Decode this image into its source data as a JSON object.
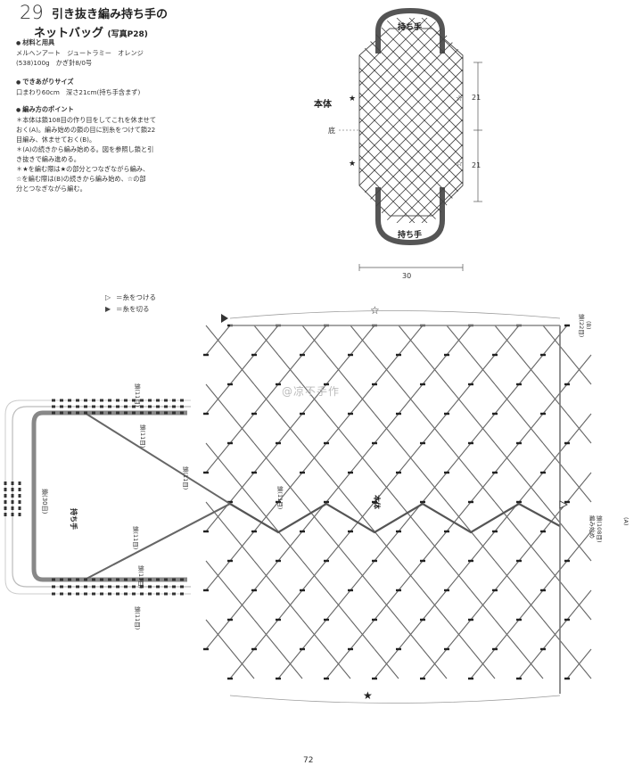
{
  "header": {
    "number": "29",
    "title_line1": "引き抜き編み持ち手の",
    "title_line2": "ネットバッグ",
    "photo_ref": "(写真P28)"
  },
  "info": {
    "materials_heading": "材料と用具",
    "materials_line1": "メルヘンアート　ジュートラミー　オレンジ",
    "materials_line2": "(538)100g　かぎ針8/0号",
    "size_heading": "できあがりサイズ",
    "size_line1": "口まわり60cm　深さ21cm(持ち手含まず)",
    "points_heading": "編み方のポイント",
    "points_lines": [
      "＊本体は鎖108目の作り目をしてこれを休ませて",
      "おく(A)。編み始めの鎖の目に別糸をつけて鎖22",
      "目編み、休ませておく(B)。",
      "＊(A)の続きから編み始める。図を参照し鎖と引",
      "き抜きで編み進める。",
      "＊★を編む際は★の部分とつなぎながら編み、",
      "☆を編む際は(B)の続きから編み始め、☆の部",
      "分とつなぎながら編む。"
    ]
  },
  "schematic": {
    "handle_top": "持ち手",
    "handle_bottom": "持ち手",
    "body_label": "本体",
    "bottom_label": "底",
    "dim_upper": "21",
    "dim_lower": "21",
    "dim_width": "30"
  },
  "legend": {
    "attach": "＝糸をつける",
    "cut": "＝糸を切る"
  },
  "main_chart": {
    "handle_label": "持ち手",
    "handle_count": "鎖(30目)",
    "body_label": "本体",
    "chain_11": "鎖(11目)",
    "top_right_chain": "鎖(22目)",
    "top_right_b": "(B)",
    "start_line1": "編み始め",
    "start_line2": "鎖(108目)",
    "start_a": "(A)",
    "star_open": "☆",
    "star_filled": "★"
  },
  "watermark": "@凉不手作",
  "page_number": "72"
}
